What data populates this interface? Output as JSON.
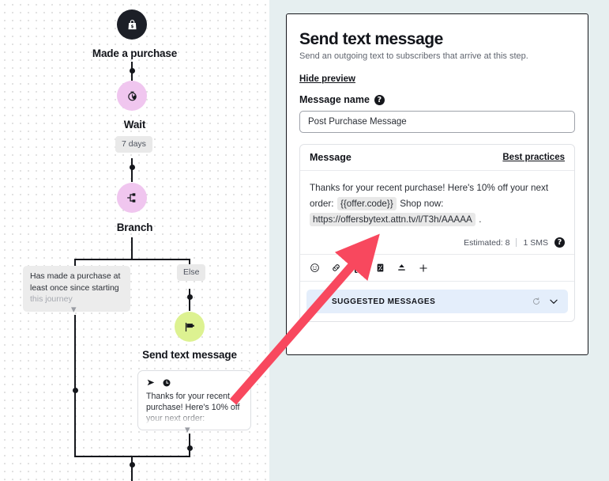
{
  "colors": {
    "canvas_bg": "#ffffff",
    "canvas_dot": "#d9d9d9",
    "right_bg": "#e6eff0",
    "panel_border": "#15171c",
    "node_dark": "#1c1f27",
    "node_pink": "#f0c6ef",
    "node_green": "#ddf291",
    "suggest_bar": "#e4eefb",
    "arrow_red": "#f8485e",
    "token_chip": "#e8e8e8"
  },
  "flow": {
    "nodes": [
      {
        "id": "made-a-purchase",
        "label": "Made a purchase",
        "icon": "shopping-bag-icon",
        "color": "#1c1f27"
      },
      {
        "id": "wait",
        "label": "Wait",
        "icon": "timer-icon",
        "color": "#f0c6ef",
        "chip": "7 days"
      },
      {
        "id": "branch",
        "label": "Branch",
        "icon": "branch-split-icon",
        "color": "#f0c6ef"
      },
      {
        "id": "send-text-message",
        "label": "Send text message",
        "icon": "chat-flag-icon",
        "color": "#ddf291"
      }
    ],
    "branch_condition": {
      "line1": "Has made a purchase at",
      "line2": "least once since starting",
      "line3": "this journey"
    },
    "branch_else_label": "Else",
    "card": {
      "icon_send": "send-arrow-icon",
      "icon_clock": "clock-icon",
      "text": "Thanks for your recent purchase! Here's 10% off your next order:"
    }
  },
  "panel": {
    "title": "Send text message",
    "subtitle": "Send an outgoing text to subscribers that arrive at this step.",
    "hide_preview_label": "Hide preview",
    "message_name_label": "Message name",
    "help_glyph": "?",
    "message_name_value": "Post Purchase Message",
    "message_name_placeholder": "Message name",
    "message_section": {
      "title": "Message",
      "best_practices_label": "Best practices",
      "body_part1": "Thanks for your recent purchase! Here's 10% off your next order:",
      "body_token": "{{offer.code}}",
      "body_part2": "Shop now:",
      "body_url": "https://offersbytext.attn.tv/l/T3h/AAAAA",
      "body_part3": ".",
      "estimated_label": "Estimated: 8",
      "sms_label": "1 SMS",
      "toolbar_icons": [
        "emoji-icon",
        "link-icon",
        "curly-braces-icon",
        "discount-percent-icon",
        "upload-image-icon",
        "plus-icon"
      ],
      "suggested_messages_label": "SUGGESTED MESSAGES",
      "suggested_icons": [
        "magic-wand-icon",
        "refresh-icon",
        "chevron-down-icon"
      ]
    }
  }
}
